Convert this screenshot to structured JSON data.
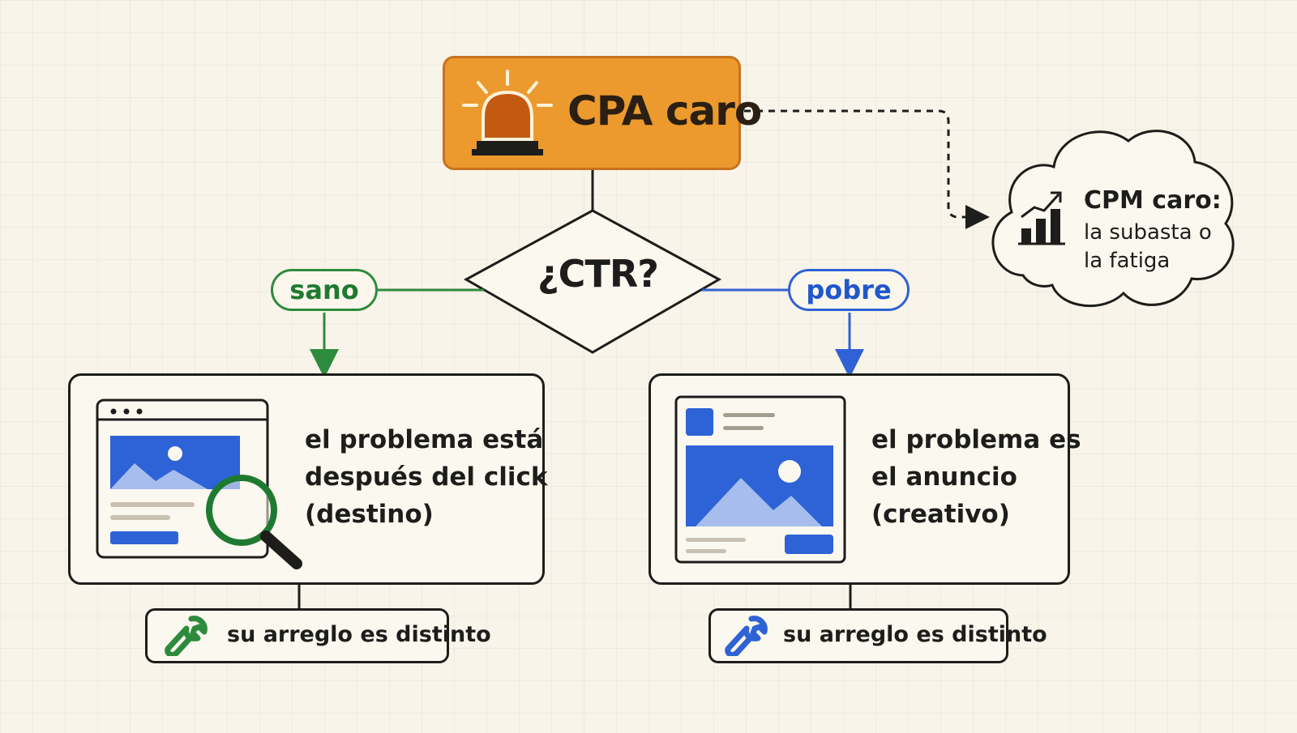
{
  "alert": {
    "title": "CPA caro"
  },
  "decision": {
    "label": "¿CTR?"
  },
  "branches": {
    "healthy": {
      "label": "sano",
      "color": "#2e8b3d"
    },
    "poor": {
      "label": "pobre",
      "color": "#2f62d4"
    }
  },
  "cards": {
    "left": {
      "lines": [
        "el problema está",
        "después del click",
        "(destino)"
      ]
    },
    "right": {
      "lines": [
        "el problema es",
        "el anuncio",
        "(creativo)"
      ]
    }
  },
  "fixes": {
    "left": {
      "label": "su arreglo es distinto"
    },
    "right": {
      "label": "su arreglo es distinto"
    }
  },
  "cloud": {
    "title": "CPM caro:",
    "lines": [
      "la subasta o",
      "la fatiga"
    ]
  },
  "icons": {
    "alert": "alarm-light-icon",
    "cloud": "rising-bar-chart-icon",
    "left_card": "browser-landing-page-magnifier-icon",
    "right_card": "ad-creative-icon",
    "fix": "wrench-icon"
  },
  "colors": {
    "accent_orange": "#ec9a2e",
    "green": "#2e8b3d",
    "blue": "#2f62d4",
    "ink": "#1d1d1b",
    "background": "#f8f4e9"
  }
}
